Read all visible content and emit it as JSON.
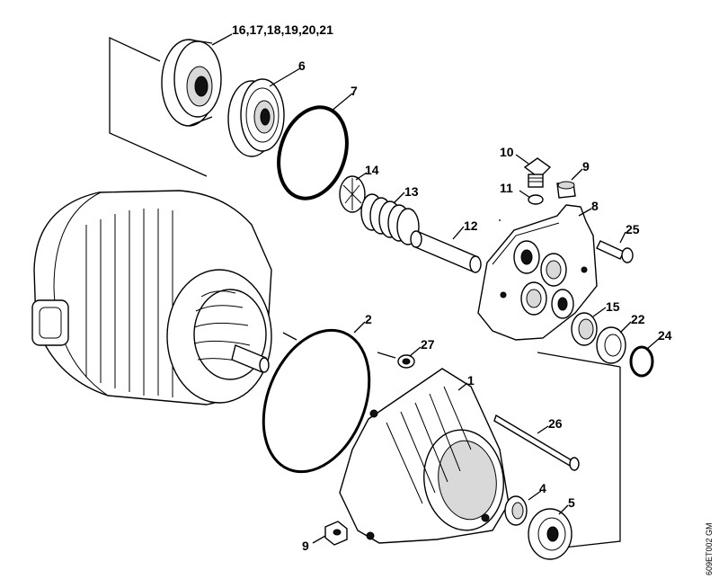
{
  "labels": {
    "l1": "1",
    "l2": "2",
    "l4": "4",
    "l5": "5",
    "l6": "6",
    "l7": "7",
    "l8": "8",
    "l9a": "9",
    "l9b": "9",
    "l10": "10",
    "l11": "11",
    "l12": "12",
    "l13": "13",
    "l14": "14",
    "l15": "15",
    "l16": "16,17,18,19,20,21",
    "l22": "22",
    "l24": "24",
    "l25": "25",
    "l26": "26",
    "l27": "27"
  },
  "drawing_ref": "609ET002 GM"
}
